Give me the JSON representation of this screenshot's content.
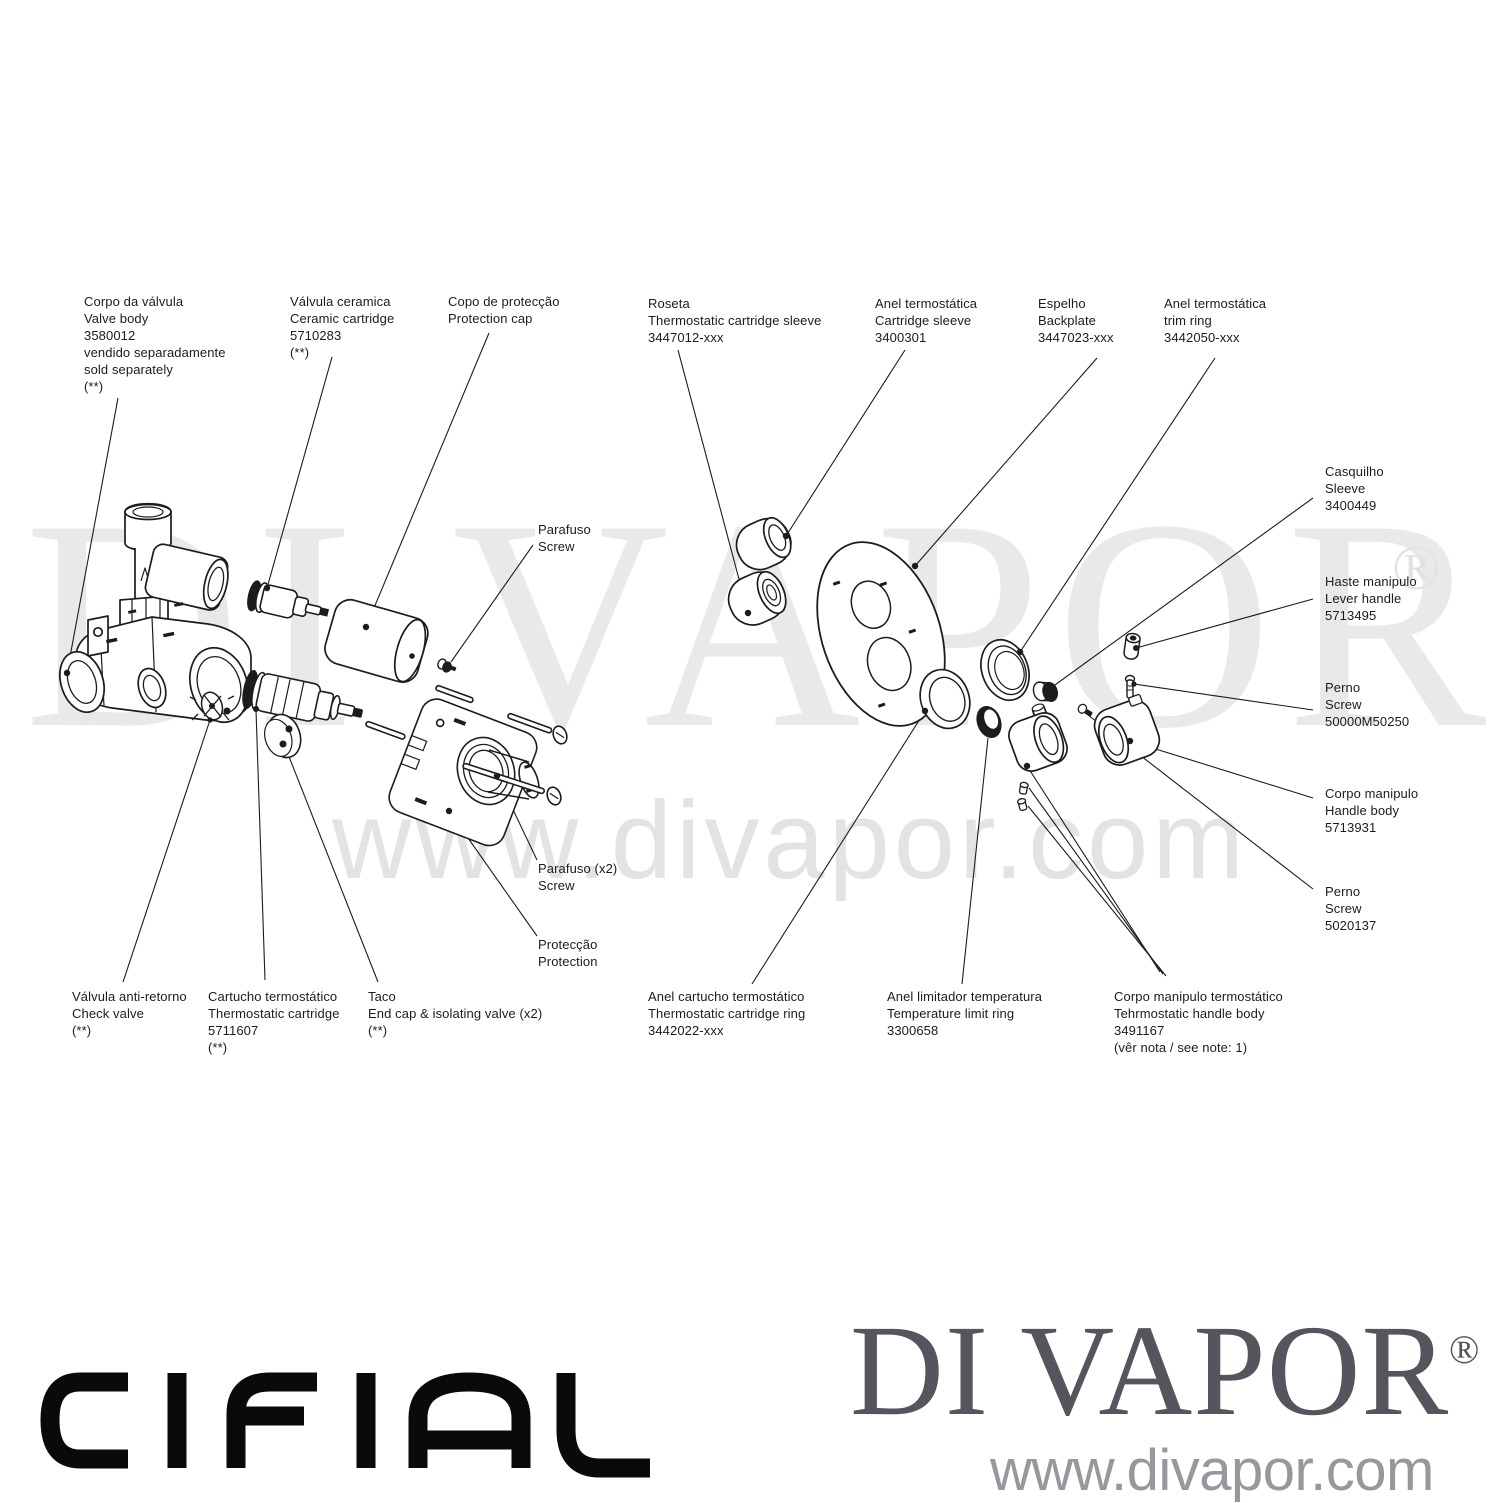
{
  "watermark": {
    "brand": "DI VAPOR",
    "registered": "®",
    "url": "www.divapor.com",
    "brand_color": "#e9e9e9",
    "url_color": "#e3e3e3"
  },
  "footer": {
    "cifial": "CIFIAL",
    "brand": "DI VAPOR",
    "registered": "®",
    "url": "www.divapor.com",
    "brand_color": "#55555d",
    "url_color": "#97979d",
    "cifial_color": "#0a0a0a"
  },
  "diagram": {
    "line_color": "#1c1c1c",
    "labels": {
      "corpo_da_valvula": "Corpo da válvula\nValve body\n3580012\nvendido separadamente\nsold separately\n(**)",
      "valvula_ceramica": "Válvula ceramica\nCeramic cartridge\n5710283\n(**)",
      "copo_de_proteccao": "Copo de protecção\nProtection cap",
      "parafuso_screw": "Parafuso\nScrew",
      "roseta": "Roseta\nThermostatic cartridge sleeve\n3447012-xxx",
      "anel_termostatica_cartridge_sleeve": "Anel termostática\nCartridge sleeve\n3400301",
      "espelho": "Espelho\nBackplate\n3447023-xxx",
      "anel_termostatica_trim_ring": "Anel termostática\ntrim ring\n3442050-xxx",
      "casquilho": "Casquilho\nSleeve\n3400449",
      "haste_manipulo": "Haste manipulo\nLever handle\n5713495",
      "perno_screw_1": "Perno\nScrew\n50000M50250",
      "corpo_manipulo": "Corpo manipulo\nHandle body\n5713931",
      "perno_screw_2": "Perno\nScrew\n5020137",
      "parafuso_x2": "Parafuso (x2)\nScrew",
      "proteccao": "Protecção\nProtection",
      "valvula_anti_retorno": "Válvula anti-retorno\nCheck valve\n(**)",
      "cartucho_termostatico": "Cartucho termostático\nThermostatic cartridge\n5711607\n(**)",
      "taco": "Taco\nEnd cap & isolating valve (x2)\n(**)",
      "anel_cartucho_termostatico": "Anel cartucho termostático\nThermostatic cartridge ring\n3442022-xxx",
      "anel_limitador_temperatura": "Anel limitador temperatura\nTemperature limit ring\n3300658",
      "corpo_manipulo_termostatico": "Corpo manipulo termostático\nTehrmostatic handle body\n3491167\n(vêr nota / see note: 1)"
    }
  }
}
